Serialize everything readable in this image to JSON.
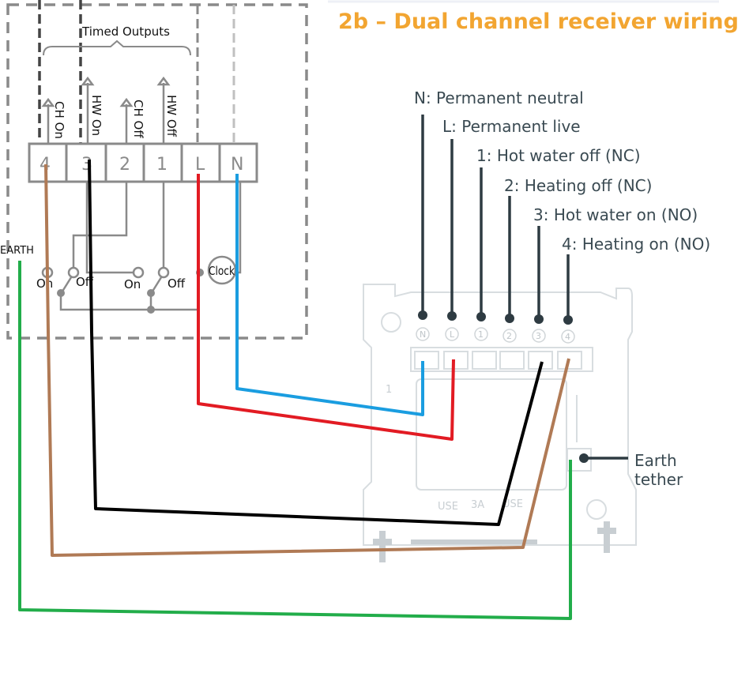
{
  "title": "2b – Dual channel receiver wiring",
  "programmer": {
    "group_label": "Timed Outputs",
    "terminals": [
      "4",
      "3",
      "2",
      "1",
      "L",
      "N"
    ],
    "outputs": [
      "CH On",
      "HW On",
      "CH Off",
      "HW Off"
    ],
    "switch_labels": [
      "On",
      "Off",
      "On",
      "Off"
    ],
    "clock_label": "Clock",
    "earth_label": "EARTH"
  },
  "receiver": {
    "callouts": [
      "N: Permanent neutral",
      "L: Permanent live",
      "1: Hot water off (NC)",
      "2: Heating off (NC)",
      "3: Hot water on (NO)",
      "4: Heating on (NO)"
    ],
    "terminal_marks": [
      "N",
      "L",
      "1",
      "2",
      "3",
      "4"
    ],
    "earth_tether_line1": "Earth",
    "earth_tether_line2": "tether",
    "fuse_text": [
      "USE",
      "3A",
      "USE"
    ],
    "side_mark": "1"
  },
  "wires": [
    {
      "name": "neutral",
      "color": "#1a9de0",
      "from": "N",
      "to": "N"
    },
    {
      "name": "live",
      "color": "#e21b23",
      "from": "L",
      "to": "L"
    },
    {
      "name": "hw-on",
      "color": "#000000",
      "from": "3",
      "to": "3"
    },
    {
      "name": "ch-on",
      "color": "#b07a55",
      "from": "4",
      "to": "4"
    },
    {
      "name": "earth",
      "color": "#22ad4a",
      "from": "EARTH",
      "to": "Earth tether"
    }
  ]
}
